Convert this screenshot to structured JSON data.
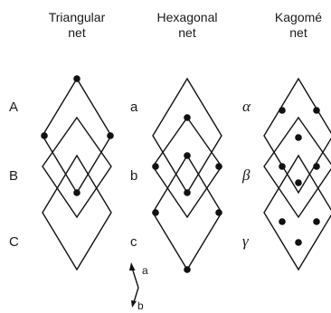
{
  "headers": {
    "triangular": [
      "Triangular",
      "net"
    ],
    "hexagonal": [
      "Hexagonal",
      "net"
    ],
    "kagome": [
      "Kagomé",
      "net"
    ]
  },
  "layer_labels": {
    "triangular": [
      "A",
      "B",
      "C"
    ],
    "hexagonal": [
      "a",
      "b",
      "c"
    ],
    "kagome": [
      "α",
      "β",
      "γ"
    ]
  },
  "axis_labels": {
    "a": "a",
    "b": "b"
  }
}
